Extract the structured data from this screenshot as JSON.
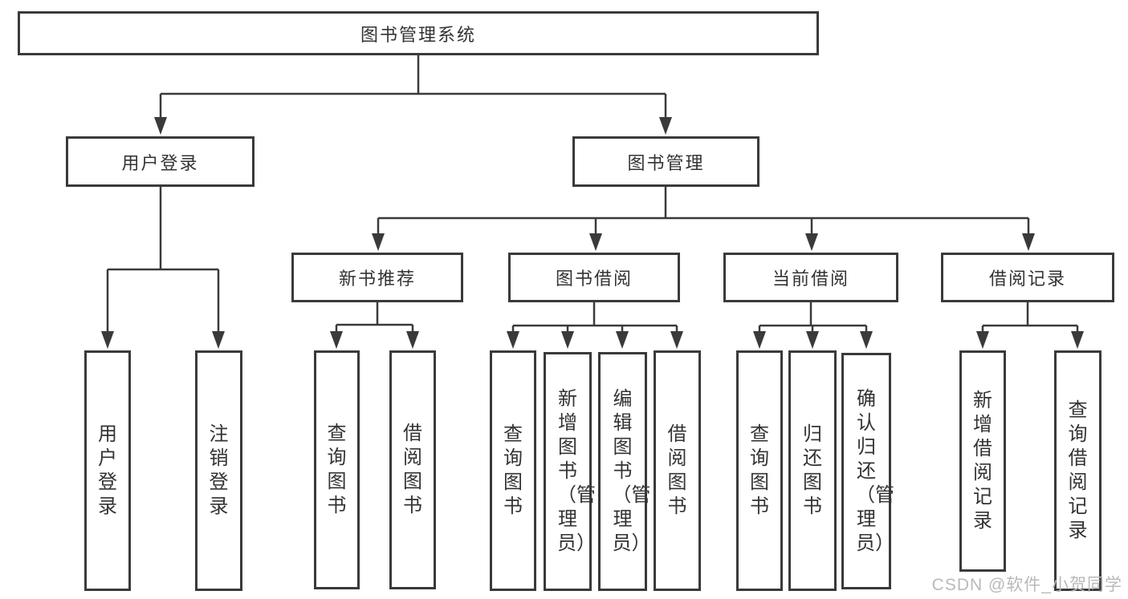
{
  "colors": {
    "line": "#3a3a3a",
    "text": "#333333",
    "watermark": "#b9b9b9",
    "background": "#ffffff"
  },
  "tree": {
    "root": {
      "label": "图书管理系统"
    },
    "branches": [
      {
        "label": "用户登录",
        "children": [
          {
            "label": "用户登录"
          },
          {
            "label": "注销登录"
          }
        ]
      },
      {
        "label": "图书管理",
        "children": [
          {
            "label": "新书推荐",
            "children": [
              {
                "label": "查询图书"
              },
              {
                "label": "借阅图书"
              }
            ]
          },
          {
            "label": "图书借阅",
            "children": [
              {
                "label": "查询图书"
              },
              {
                "label": "新增图书（管理员）"
              },
              {
                "label": "编辑图书（管理员）"
              },
              {
                "label": "借阅图书"
              }
            ]
          },
          {
            "label": "当前借阅",
            "children": [
              {
                "label": "查询图书"
              },
              {
                "label": "归还图书"
              },
              {
                "label": "确认归还（管理员）"
              }
            ]
          },
          {
            "label": "借阅记录",
            "children": [
              {
                "label": "新增借阅记录"
              },
              {
                "label": "查询借阅记录"
              }
            ]
          }
        ]
      }
    ]
  },
  "watermark": {
    "text": "CSDN @软件_小贺同学"
  }
}
